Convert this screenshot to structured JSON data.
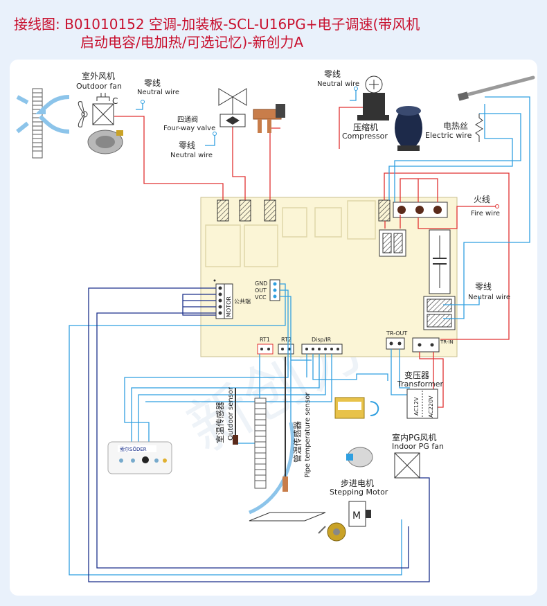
{
  "title": {
    "prefix": "接线图:",
    "line1": "B01010152  空调-加装板-SCL-U16PG+电子调速(带风机",
    "line2": "启动电容/电加热/可选记忆)-新创力A"
  },
  "labels": {
    "outdoor_fan_cn": "室外风机",
    "outdoor_fan_en": "Outdoor fan",
    "cap_c": "C",
    "neutral_cn": "零线",
    "neutral_en": "Neutral wire",
    "four_way_cn": "四通阀",
    "four_way_en": "Four-way valve",
    "compressor_cn": "压缩机",
    "compressor_en": "Compressor",
    "electric_cn": "电热丝",
    "electric_en": "Electric wire",
    "fire_cn": "火线",
    "fire_en": "Fire wire",
    "gnd": "GND",
    "out": "OUT",
    "vcc": "VCC",
    "motor": "MOTOR",
    "common": "公共端",
    "rt1": "RT1",
    "rt2": "RT2",
    "disp": "Disp/IR",
    "tr_out": "TR-OUT",
    "tr_in": "TR-IN",
    "transformer_cn": "变压器",
    "transformer_en": "Transformer",
    "ac12v": "AC12V",
    "ac220v": "AC220V",
    "room_sensor_cn": "室温传感器",
    "room_sensor_en": "Outdoor sensor",
    "pipe_sensor_cn": "管温传感器",
    "pipe_sensor_en": "Pipe temperature sensor",
    "indoor_fan_cn": "室内PG风机",
    "indoor_fan_en": "Indoor PG fan",
    "stepper_cn": "步进电机",
    "stepper_en": "Stepping Motor",
    "stepper_m": "M",
    "display_brand": "索尔SÖDER",
    "watermark": "新创力"
  },
  "colors": {
    "title": "#c8102e",
    "red_wire": "#e03030",
    "blue_wire": "#2f9fe0",
    "navy_wire": "#1a2f8a",
    "board": "#fbf5d6"
  }
}
